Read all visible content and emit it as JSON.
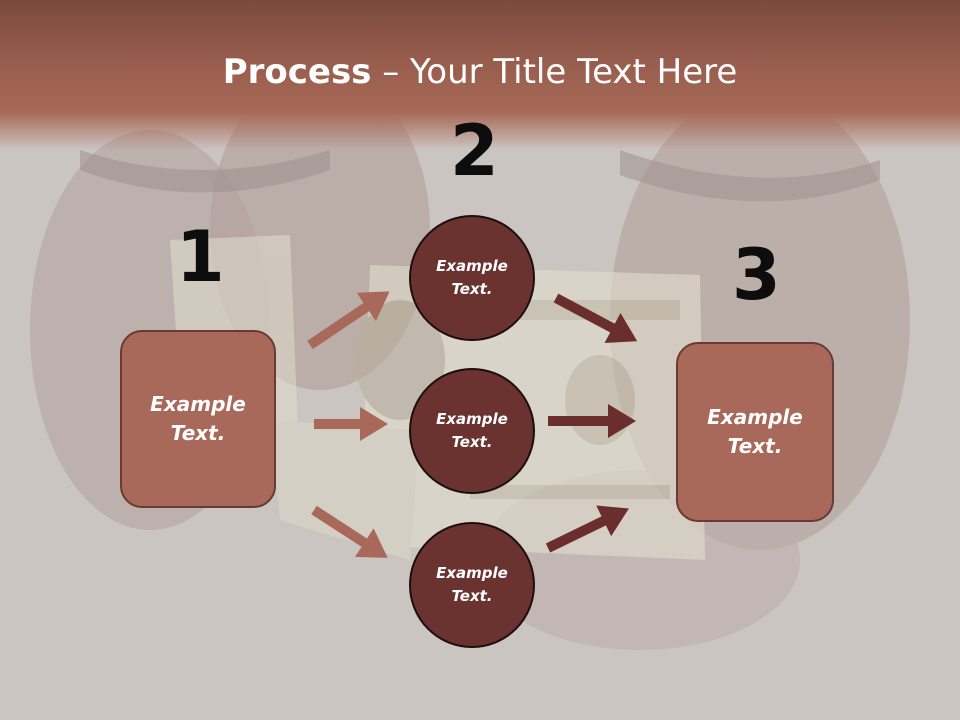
{
  "title": {
    "bold": "Process",
    "rest": " – Your Title Text Here"
  },
  "steps": {
    "one": "1",
    "two": "2",
    "three": "3"
  },
  "left_box": {
    "text": "Example\nText."
  },
  "right_box": {
    "text": "Example\nText."
  },
  "circles": [
    {
      "text": "Example\nText."
    },
    {
      "text": "Example\nText."
    },
    {
      "text": "Example\nText."
    }
  ],
  "colors": {
    "header": "#9a5e4e",
    "box_fill": "#a9695a",
    "circle_fill": "#6a3330",
    "arrow_light": "#a8695a",
    "arrow_dark": "#6a2e2c"
  }
}
